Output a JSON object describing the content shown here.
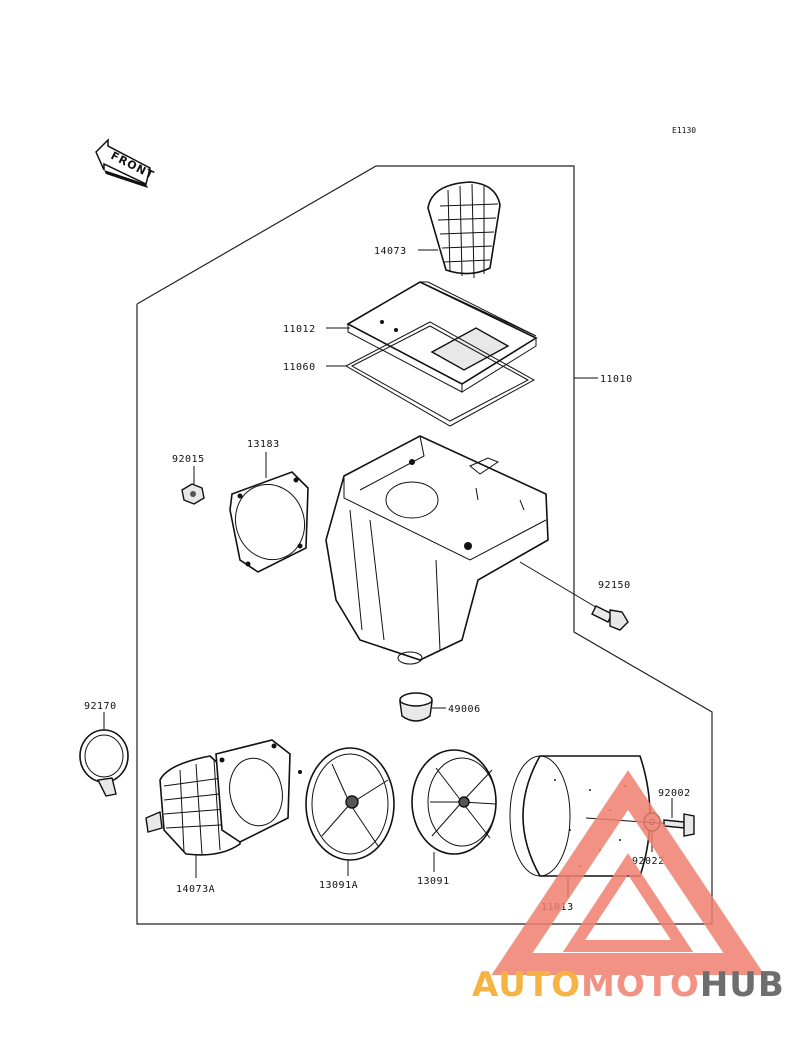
{
  "diagram_code": "E1130",
  "front_label": "FRONT",
  "parts": {
    "p14073": "14073",
    "p11012": "11012",
    "p11060": "11060",
    "p11010": "11010",
    "p92015": "92015",
    "p13183": "13183",
    "p92150": "92150",
    "p49006": "49006",
    "p92170": "92170",
    "p14073A": "14073A",
    "p13091A": "13091A",
    "p13091": "13091",
    "p11013": "11013",
    "p92002": "92002",
    "p92022": "92022"
  },
  "watermark": {
    "part1": "AUTO",
    "part2": "MOTO",
    "part3": "HUB",
    "colors": {
      "part1": "#f5a623",
      "part2": "#f08070",
      "part3": "#555555",
      "triangle": "#f08070"
    }
  }
}
